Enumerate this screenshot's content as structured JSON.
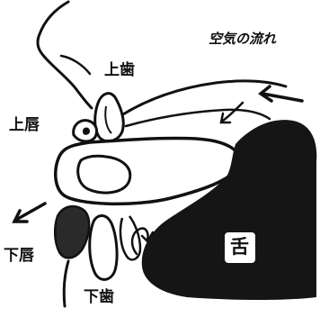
{
  "labels": {
    "upper_teeth": "上歯",
    "upper_lip": "上唇",
    "lower_lip": "下唇",
    "lower_teeth": "下歯",
    "airflow": "空気の流れ",
    "tongue": "舌"
  },
  "colors": {
    "ink": "#111111",
    "tongue_fill": "#151515",
    "tongue_label_bg": "#ffffff",
    "background": "#ffffff"
  }
}
